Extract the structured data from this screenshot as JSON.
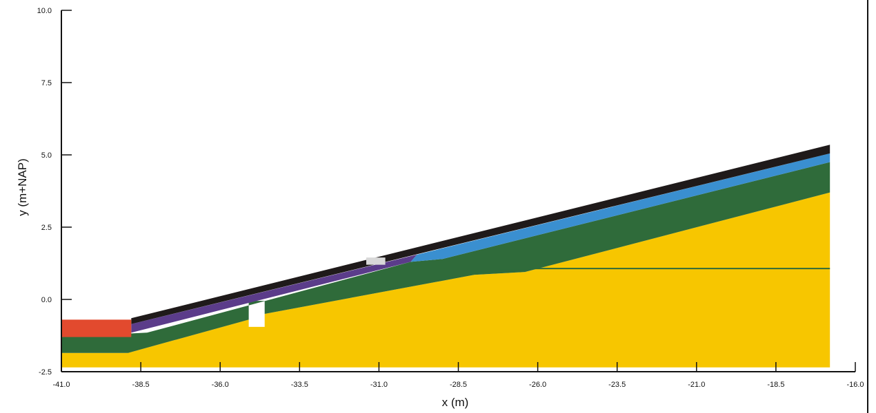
{
  "chart_data": {
    "type": "area",
    "xlabel": "x (m)",
    "ylabel": "y (m+NAP)",
    "xlim": [
      -41.0,
      -16.0
    ],
    "ylim": [
      -2.5,
      10.0
    ],
    "x_ticks": [
      "-41.0",
      "-38.5",
      "-36.0",
      "-33.5",
      "-31.0",
      "-28.5",
      "-26.0",
      "-23.5",
      "-21.0",
      "-18.5",
      "-16.0"
    ],
    "y_ticks": [
      "-2.5",
      "0.0",
      "2.5",
      "5.0",
      "7.5",
      "10.0"
    ],
    "grid": false,
    "layers": [
      {
        "id": "sand-core",
        "color": "#f7c600",
        "points": [
          [
            -41.0,
            -2.35
          ],
          [
            -16.8,
            -2.35
          ],
          [
            -16.8,
            3.7
          ],
          [
            -26.4,
            0.95
          ],
          [
            -28.0,
            0.85
          ],
          [
            -34.6,
            -0.5
          ],
          [
            -34.6,
            -0.95
          ],
          [
            -35.1,
            -0.95
          ],
          [
            -35.1,
            -0.7
          ],
          [
            -38.9,
            -1.85
          ],
          [
            -41.0,
            -1.85
          ]
        ]
      },
      {
        "id": "green-layer",
        "color": "#2f6b3a",
        "points": [
          [
            -41.0,
            -1.85
          ],
          [
            -38.9,
            -1.85
          ],
          [
            -35.1,
            -0.7
          ],
          [
            -35.1,
            -0.05
          ],
          [
            -34.6,
            -0.05
          ],
          [
            -34.6,
            -0.5
          ],
          [
            -28.0,
            0.85
          ],
          [
            -26.4,
            0.95
          ],
          [
            -16.8,
            3.7
          ],
          [
            -16.8,
            4.75
          ],
          [
            -29.0,
            1.4
          ],
          [
            -30.0,
            1.3
          ],
          [
            -38.3,
            -1.15
          ],
          [
            -41.0,
            -1.3
          ]
        ]
      },
      {
        "id": "purple-layer",
        "color": "#5b3c8a",
        "points": [
          [
            -38.8,
            -1.15
          ],
          [
            -30.0,
            1.3
          ],
          [
            -29.8,
            1.55
          ],
          [
            -38.8,
            -0.85
          ]
        ]
      },
      {
        "id": "blue-layer",
        "color": "#3a8fd0",
        "points": [
          [
            -30.0,
            1.3
          ],
          [
            -29.0,
            1.4
          ],
          [
            -16.8,
            4.75
          ],
          [
            -16.8,
            5.05
          ],
          [
            -29.8,
            1.55
          ]
        ]
      },
      {
        "id": "dark-top-layer",
        "color": "#1f1a1a",
        "points": [
          [
            -38.8,
            -0.85
          ],
          [
            -16.8,
            5.05
          ],
          [
            -16.8,
            5.35
          ],
          [
            -38.8,
            -0.65
          ]
        ]
      },
      {
        "id": "red-toe-block",
        "color": "#e24a2e",
        "points": [
          [
            -41.0,
            -1.3
          ],
          [
            -38.8,
            -1.3
          ],
          [
            -38.8,
            -0.7
          ],
          [
            -41.0,
            -0.7
          ]
        ]
      },
      {
        "id": "grey-block",
        "color": "#d8d8d8",
        "points": [
          [
            -31.4,
            1.2
          ],
          [
            -30.8,
            1.2
          ],
          [
            -30.8,
            1.45
          ],
          [
            -31.4,
            1.45
          ]
        ]
      }
    ],
    "lines": [
      {
        "id": "waterline",
        "color": "#2f6b3a",
        "points": [
          [
            -27.2,
            1.07
          ],
          [
            -16.8,
            1.07
          ]
        ]
      }
    ]
  }
}
